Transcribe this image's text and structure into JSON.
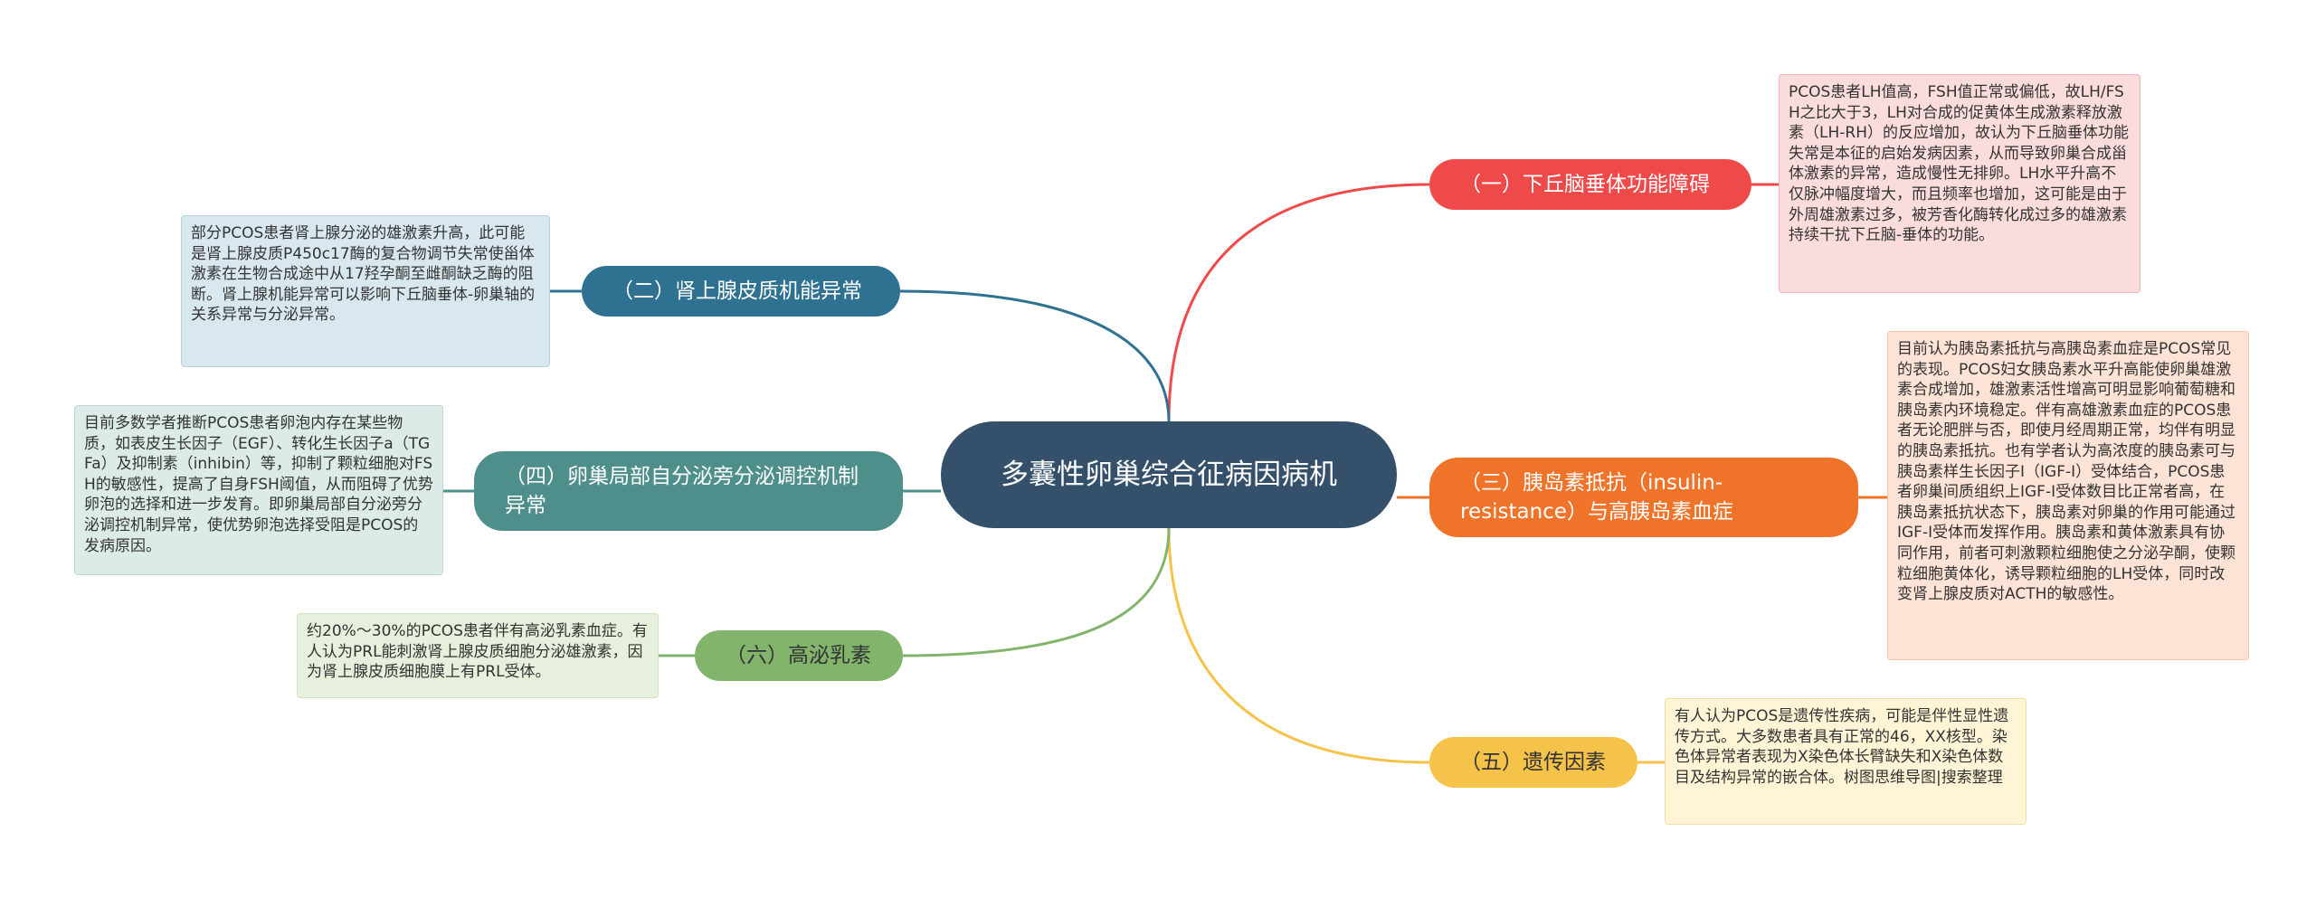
{
  "root": {
    "title": "多囊性卵巢综合征病因病机"
  },
  "colors": {
    "root": "#35506b",
    "branch_1": "#ef4a4a",
    "branch_2": "#2e7191",
    "branch_3": "#f0732a",
    "branch_4": "#4e8f8c",
    "branch_5": "#f5c24a",
    "branch_6": "#82b56b"
  },
  "branches": {
    "b1": {
      "label": "（一）下丘脑垂体功能障碍",
      "note": "PCOS患者LH值高，FSH值正常或偏低，故LH/FSH之比大于3，LH对合成的促黄体生成激素释放激素（LH-RH）的反应增加，故认为下丘脑垂体功能失常是本征的启始发病因素，从而导致卵巢合成甾体激素的异常，造成慢性无排卵。LH水平升高不仅脉冲幅度增大，而且频率也增加，这可能是由于外周雄激素过多，被芳香化酶转化成过多的雄激素持续干扰下丘脑-垂体的功能。"
    },
    "b2": {
      "label": "（二）肾上腺皮质机能异常",
      "note": "部分PCOS患者肾上腺分泌的雄激素升高，此可能是肾上腺皮质P450c17酶的复合物调节失常使甾体激素在生物合成途中从17羟孕酮至雌酮缺乏酶的阻断。肾上腺机能异常可以影响下丘脑垂体-卵巢轴的关系异常与分泌异常。"
    },
    "b3": {
      "label": "（三）胰岛素抵抗（insulin-resistance）与高胰岛素血症",
      "note": "目前认为胰岛素抵抗与高胰岛素血症是PCOS常见的表现。PCOS妇女胰岛素水平升高能使卵巢雄激素合成增加，雄激素活性增高可明显影响葡萄糖和胰岛素内环境稳定。伴有高雄激素血症的PCOS患者无论肥胖与否，即使月经周期正常，均伴有明显的胰岛素抵抗。也有学者认为高浓度的胰岛素可与胰岛素样生长因子I（IGF-I）受体结合，PCOS患者卵巢间质组织上IGF-I受体数目比正常者高，在胰岛素抵抗状态下，胰岛素对卵巢的作用可能通过IGF-I受体而发挥作用。胰岛素和黄体激素具有协同作用，前者可刺激颗粒细胞使之分泌孕酮，使颗粒细胞黄体化，诱导颗粒细胞的LH受体，同时改变肾上腺皮质对ACTH的敏感性。"
    },
    "b4": {
      "label": "（四）卵巢局部自分泌旁分泌调控机制异常",
      "note": "目前多数学者推断PCOS患者卵泡内存在某些物质，如表皮生长因子（EGF）、转化生长因子a（TGFa）及抑制素（inhibin）等，抑制了颗粒细胞对FSH的敏感性，提高了自身FSH阈值，从而阻碍了优势卵泡的选择和进一步发育。即卵巢局部自分泌旁分泌调控机制异常，使优势卵泡选择受阻是PCOS的发病原因。"
    },
    "b5": {
      "label": "（五）遗传因素",
      "note": "有人认为PCOS是遗传性疾病，可能是伴性显性遗传方式。大多数患者具有正常的46，XX核型。染色体异常者表现为X染色体长臂缺失和X染色体数目及结构异常的嵌合体。树图思维导图|搜索整理"
    },
    "b6": {
      "label": "（六）高泌乳素",
      "note": "约20%～30%的PCOS患者伴有高泌乳素血症。有人认为PRL能刺激肾上腺皮质细胞分泌雄激素，因为肾上腺皮质细胞膜上有PRL受体。"
    }
  }
}
